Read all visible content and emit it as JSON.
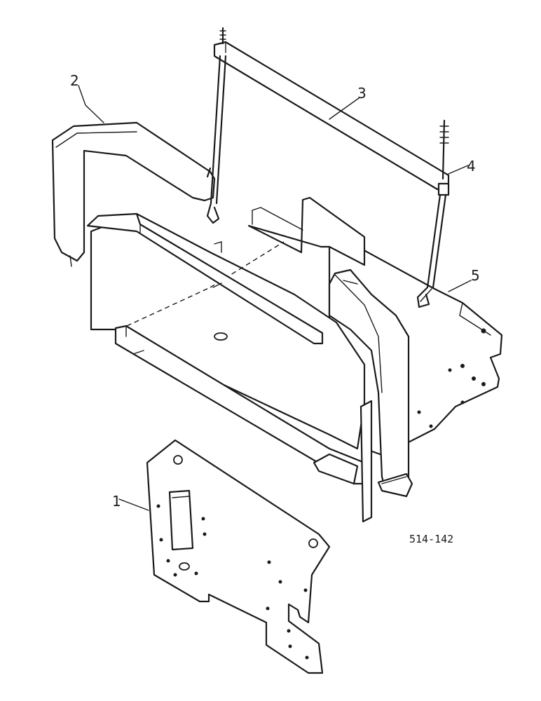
{
  "callouts": {
    "c1": "1",
    "c2": "2",
    "c3": "3",
    "c4": "4",
    "c5": "5"
  },
  "drawing_code": "514-142"
}
